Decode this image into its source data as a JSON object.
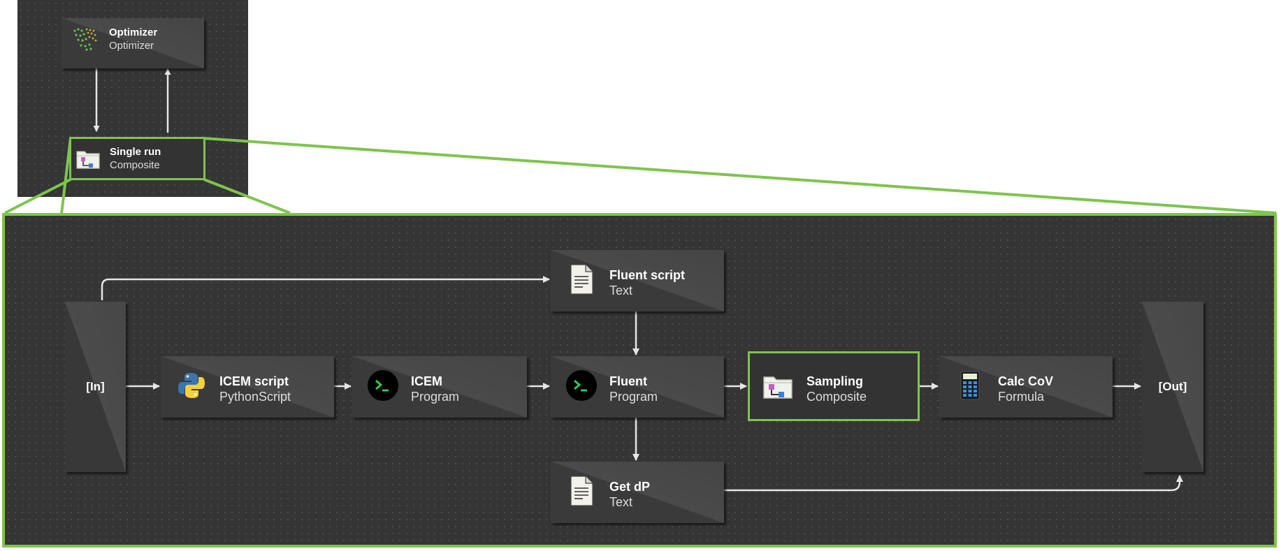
{
  "top": {
    "optimizer": {
      "name": "Optimizer",
      "type": "Optimizer"
    },
    "single_run": {
      "name": "Single run",
      "type": "Composite"
    }
  },
  "nodes": {
    "in_port": "[In]",
    "out_port": "[Out]",
    "icem_script": {
      "name": "ICEM script",
      "type": "PythonScript"
    },
    "icem": {
      "name": "ICEM",
      "type": "Program"
    },
    "fluent_script": {
      "name": "Fluent script",
      "type": "Text"
    },
    "fluent": {
      "name": "Fluent",
      "type": "Program"
    },
    "get_dp": {
      "name": "Get dP",
      "type": "Text"
    },
    "sampling": {
      "name": "Sampling",
      "type": "Composite"
    },
    "calc_cov": {
      "name": "Calc CoV",
      "type": "Formula"
    }
  },
  "colors": {
    "accent": "#7ec44e",
    "canvas": "#353535",
    "arrow": "#e6e6e6"
  }
}
